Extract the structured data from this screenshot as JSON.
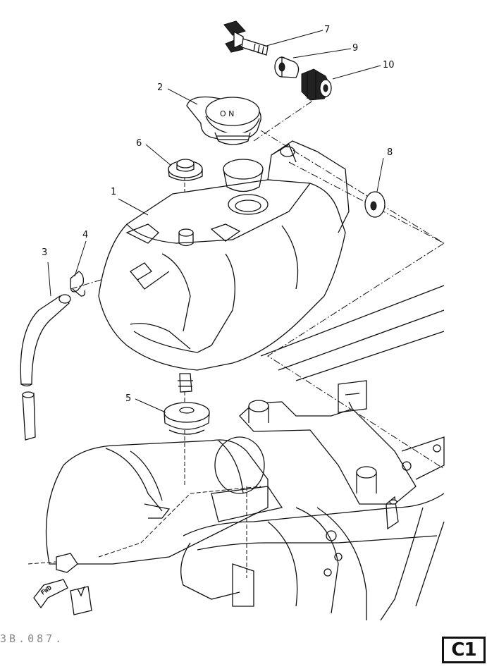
{
  "diagram": {
    "callouts": [
      "1",
      "2",
      "3",
      "4",
      "5",
      "6",
      "7",
      "8",
      "9",
      "10"
    ],
    "fwd_label": "FWD",
    "cap_text": "O N",
    "page_code": "3B.087.",
    "page_badge": "C1"
  }
}
